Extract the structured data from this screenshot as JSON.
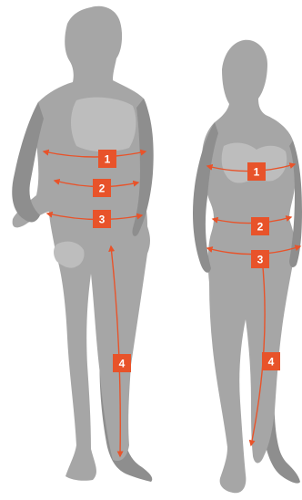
{
  "colors": {
    "body": "#a6a6a6",
    "shade": "#8e8e8e",
    "highlight": "#bdbdbd",
    "measure": "#e8532a",
    "badge_text": "#ffffff"
  },
  "figures": [
    {
      "name": "male-mannequin"
    },
    {
      "name": "female-mannequin"
    }
  ],
  "markers": {
    "male": [
      {
        "label": "1",
        "part": "chest"
      },
      {
        "label": "2",
        "part": "waist"
      },
      {
        "label": "3",
        "part": "hips"
      },
      {
        "label": "4",
        "part": "inseam"
      }
    ],
    "female": [
      {
        "label": "1",
        "part": "bust"
      },
      {
        "label": "2",
        "part": "waist"
      },
      {
        "label": "3",
        "part": "hips"
      },
      {
        "label": "4",
        "part": "inseam"
      }
    ]
  }
}
